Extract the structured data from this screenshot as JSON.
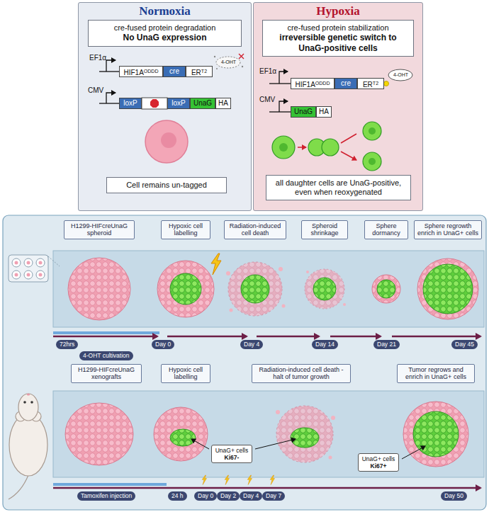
{
  "diagram": {
    "nodes": [
      {
        "text": [
          "Normoxia"
        ]
      },
      {
        "text": [
          "cre-fused protein degradation",
          "No UnaG expression"
        ],
        "in": 0
      },
      {
        "text": [
          "HIF1A",
          "ODDD"
        ],
        "in": 0
      },
      {
        "text": [
          "cre"
        ],
        "in": 0
      },
      {
        "text": [
          "ER",
          "T2"
        ],
        "in": 0
      },
      {
        "text": [
          "loxP"
        ],
        "in": 0
      },
      {
        "text": [
          "loxP"
        ],
        "in": 0
      },
      {
        "text": [
          "UnaG"
        ],
        "in": 0
      },
      {
        "text": [
          "HA"
        ],
        "in": 0
      },
      {
        "text": [
          "Cell remains un-tagged"
        ],
        "in": 0
      },
      {
        "text": [
          "Hypoxia"
        ]
      },
      {
        "text": [
          "cre-fused protein stabilization",
          "irreversible genetic switch to UnaG-positive cells"
        ],
        "in": 10
      },
      {
        "text": [
          "HIF1A",
          "ODDD"
        ],
        "in": 10
      },
      {
        "text": [
          "cre"
        ],
        "in": 10
      },
      {
        "text": [
          "ER",
          "T2"
        ],
        "in": 10
      },
      {
        "text": [
          "UnaG"
        ],
        "in": 10
      },
      {
        "text": [
          "HA"
        ],
        "in": 10
      },
      {
        "text": [
          "all daughter cells are UnaG-positive, even when reoxygenated"
        ],
        "in": 10
      },
      {
        "text": [
          "H1299-HIFcreUnaG spheroid"
        ]
      },
      {
        "text": [
          "Hypoxic cell labelling"
        ]
      },
      {
        "text": [
          "Radiation-induced cell death"
        ]
      },
      {
        "text": [
          "Spheroid shrinkage"
        ]
      },
      {
        "text": [
          "Sphere dormancy"
        ]
      },
      {
        "text": [
          "Sphere regrowth enrich in UnaG+ cells"
        ]
      },
      {
        "text": [
          "72hrs"
        ]
      },
      {
        "text": [
          "4-OHT cultivation"
        ]
      },
      {
        "text": [
          "Day 0"
        ]
      },
      {
        "text": [
          "Day 4"
        ]
      },
      {
        "text": [
          "Day 14"
        ]
      },
      {
        "text": [
          "Day 21"
        ]
      },
      {
        "text": [
          "Day 45"
        ]
      },
      {
        "text": [
          "H1299-HIFcreUnaG xenografts"
        ]
      },
      {
        "text": [
          "Hypoxic cell labelling"
        ]
      },
      {
        "text": [
          "Radiation-induced cell death -halt of tumor growth"
        ]
      },
      {
        "text": [
          "Tumor regrows and enrich in UnaG+ cells"
        ]
      },
      {
        "text": [
          "UnaG+ cells",
          "Ki67-"
        ]
      },
      {
        "text": [
          "UnaG+ cells",
          "Ki67+"
        ]
      },
      {
        "text": [
          "Tamoxifen injection"
        ]
      },
      {
        "text": [
          "24 h"
        ]
      },
      {
        "text": [
          "Day 0"
        ]
      },
      {
        "text": [
          "Day 2"
        ]
      },
      {
        "text": [
          "Day 4"
        ]
      },
      {
        "text": [
          "Day 7"
        ]
      },
      {
        "text": [
          "Day 50"
        ]
      }
    ],
    "labels": [
      "EF1α",
      "4-OHT",
      "CMV",
      "EF1α",
      "4-OHT",
      "CMV"
    ]
  }
}
